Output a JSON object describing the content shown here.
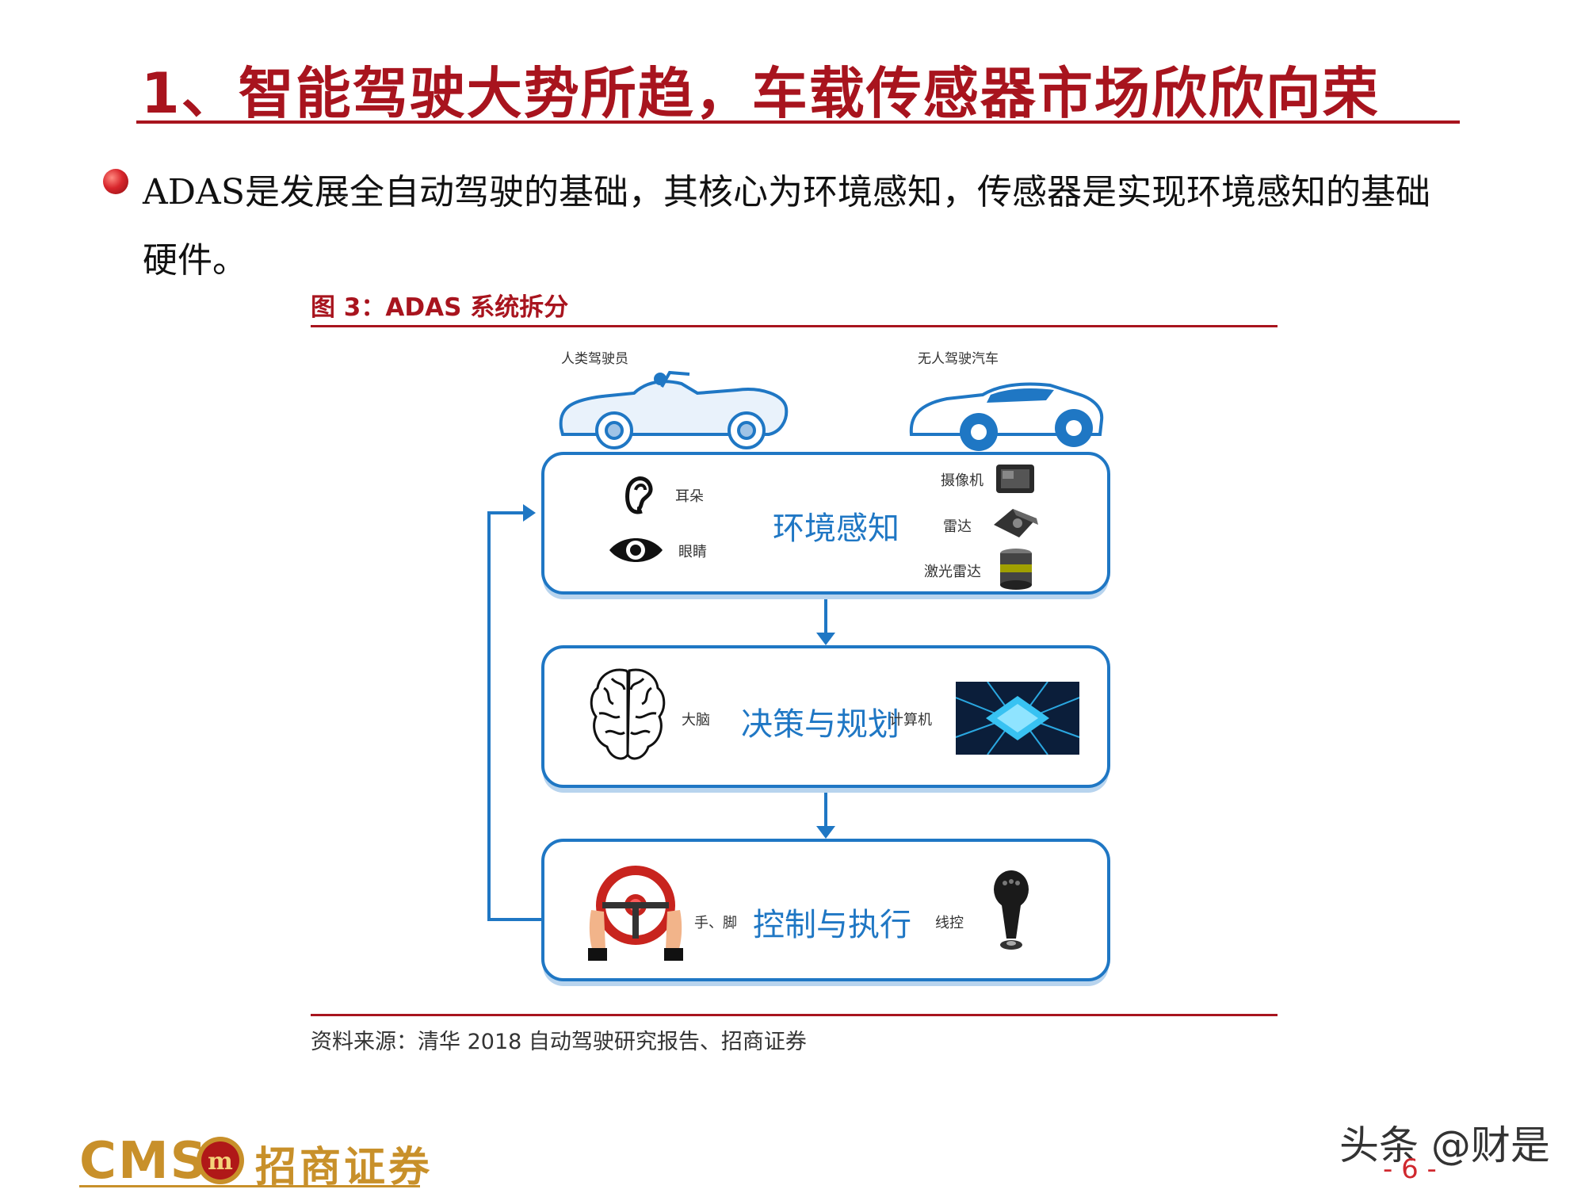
{
  "header": {
    "title": "1、智能驾驶大势所趋，车载传感器市场欣欣向荣"
  },
  "bullet": {
    "text": "ADAS是发展全自动驾驶的基础，其核心为环境感知，传感器是实现环境感知的基础硬件。"
  },
  "figure": {
    "title": "图 3：ADAS 系统拆分",
    "human_driver_label": "人类驾驶员",
    "autonomous_car_label": "无人驾驶汽车",
    "boxes": [
      {
        "title": "环境感知",
        "left_items": [
          "耳朵",
          "眼睛"
        ],
        "right_items": [
          "摄像机",
          "雷达",
          "激光雷达"
        ]
      },
      {
        "title": "决策与规划",
        "left_items": [
          "大脑"
        ],
        "right_items": [
          "计算机"
        ]
      },
      {
        "title": "控制与执行",
        "left_items": [
          "手、脚"
        ],
        "right_items": [
          "线控"
        ]
      }
    ],
    "source": "资料来源：清华 2018 自动驾驶研究报告、招商证券"
  },
  "footer": {
    "logo_text": "CMS",
    "logo_emblem": "m",
    "company": "招商证券",
    "watermark": "头条 @财是",
    "page_number": "- 6 -"
  },
  "colors": {
    "title_red": "#a8141e",
    "diagram_blue": "#1f77c4",
    "logo_gold": "#c8902a"
  }
}
